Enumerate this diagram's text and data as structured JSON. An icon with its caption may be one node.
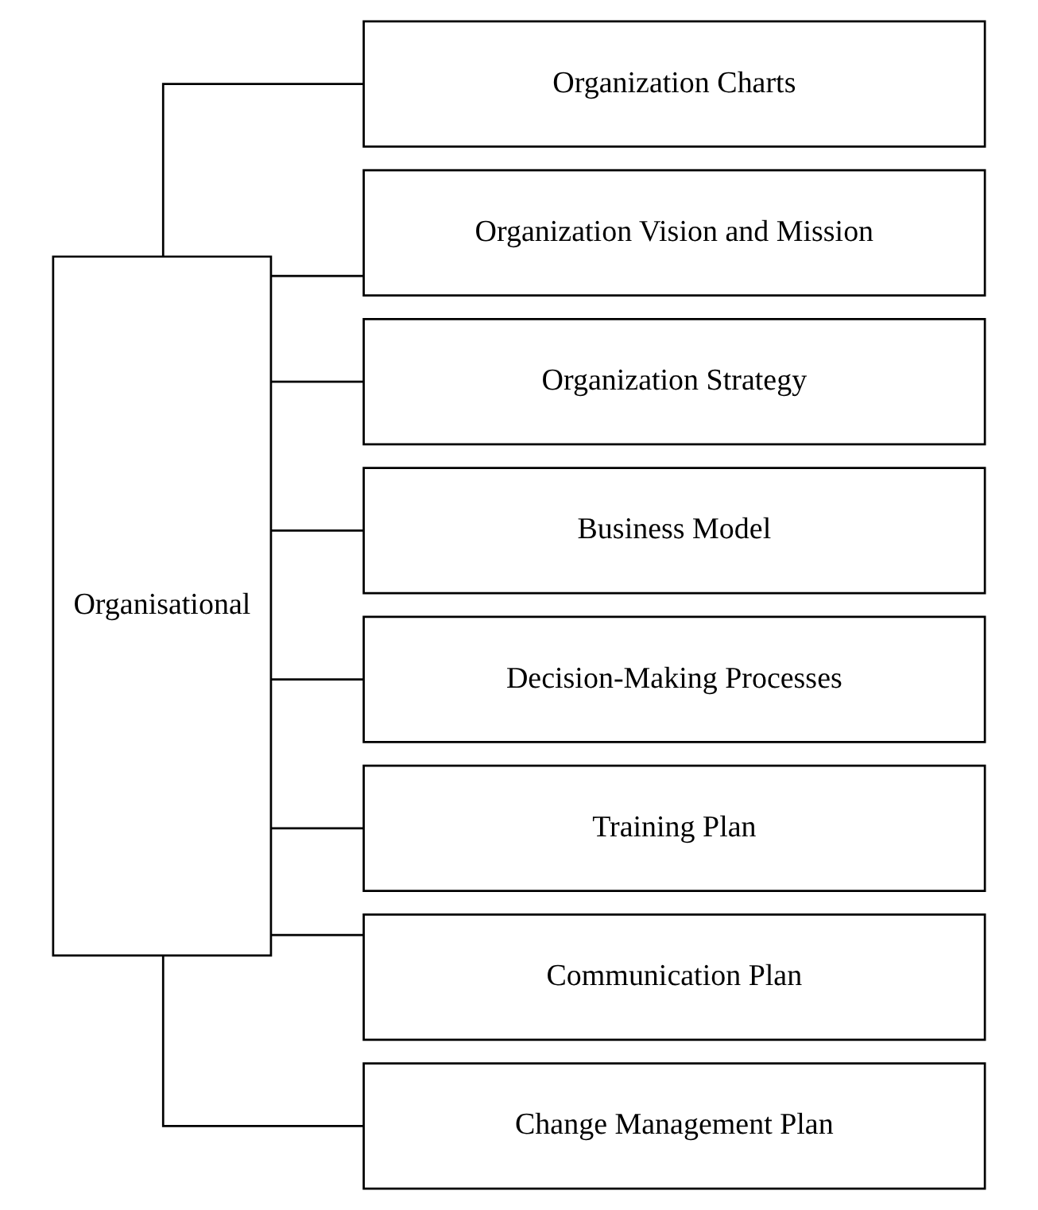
{
  "diagram": {
    "nodes": [
      {
        "text": [
          "Organisational"
        ]
      },
      {
        "text": [
          "Organization Charts"
        ]
      },
      {
        "text": [
          "Organization Vision and Mission"
        ]
      },
      {
        "text": [
          "Organization Strategy"
        ]
      },
      {
        "text": [
          "Business Model"
        ]
      },
      {
        "text": [
          "Decision-Making Processes"
        ]
      },
      {
        "text": [
          "Training Plan"
        ]
      },
      {
        "text": [
          "Communication Plan"
        ]
      },
      {
        "text": [
          "Change Management Plan"
        ]
      }
    ],
    "edges": [
      {
        "from": 0,
        "to": 1,
        "arrow": "none"
      },
      {
        "from": 0,
        "to": 2,
        "arrow": "none"
      },
      {
        "from": 0,
        "to": 3,
        "arrow": "none"
      },
      {
        "from": 0,
        "to": 4,
        "arrow": "none"
      },
      {
        "from": 0,
        "to": 5,
        "arrow": "none"
      },
      {
        "from": 0,
        "to": 6,
        "arrow": "none"
      },
      {
        "from": 0,
        "to": 7,
        "arrow": "none"
      },
      {
        "from": 0,
        "to": 8,
        "arrow": "none"
      }
    ]
  }
}
